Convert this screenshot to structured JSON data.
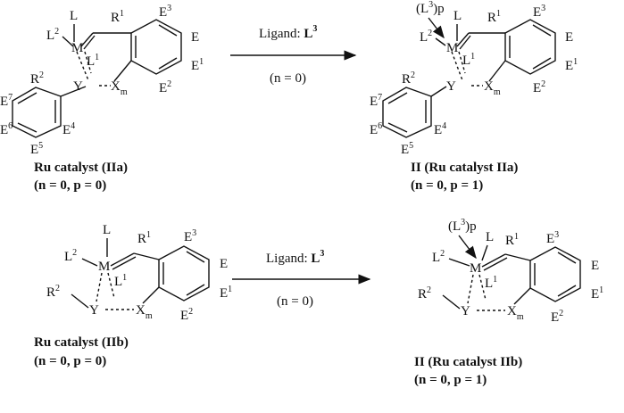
{
  "atoms": {
    "M": "M",
    "L": "L",
    "L1": "L",
    "L2": "L",
    "L3": "L",
    "one": "1",
    "two": "2",
    "three": "3",
    "R": "R",
    "E": "E",
    "Y": "Y",
    "X": "X",
    "m": "m",
    "sup1": "1",
    "sup2": "2",
    "sup3": "3",
    "sup4": "4",
    "sup5": "5",
    "sup6": "6",
    "sup7": "7",
    "L3p": "(L",
    "L3p_close": ")p"
  },
  "reactions": [
    {
      "reactant_caption_1": "Ru catalyst (IIa)",
      "reactant_caption_2": "(n = 0, p = 0)",
      "arrow_top": "Ligand: ",
      "arrow_top_bold": "L",
      "arrow_bottom": "(n = 0)",
      "product_caption_1": "II (Ru catalyst  IIa)",
      "product_caption_2": "(n = 0, p = 1)"
    },
    {
      "reactant_caption_1": "Ru catalyst (IIb)",
      "reactant_caption_2": "(n = 0, p = 0)",
      "arrow_top": "Ligand: ",
      "arrow_top_bold": "L",
      "arrow_bottom": "(n = 0)",
      "product_caption_1": "II (Ru catalyst  IIb)",
      "product_caption_2": "(n = 0, p = 1)"
    }
  ]
}
